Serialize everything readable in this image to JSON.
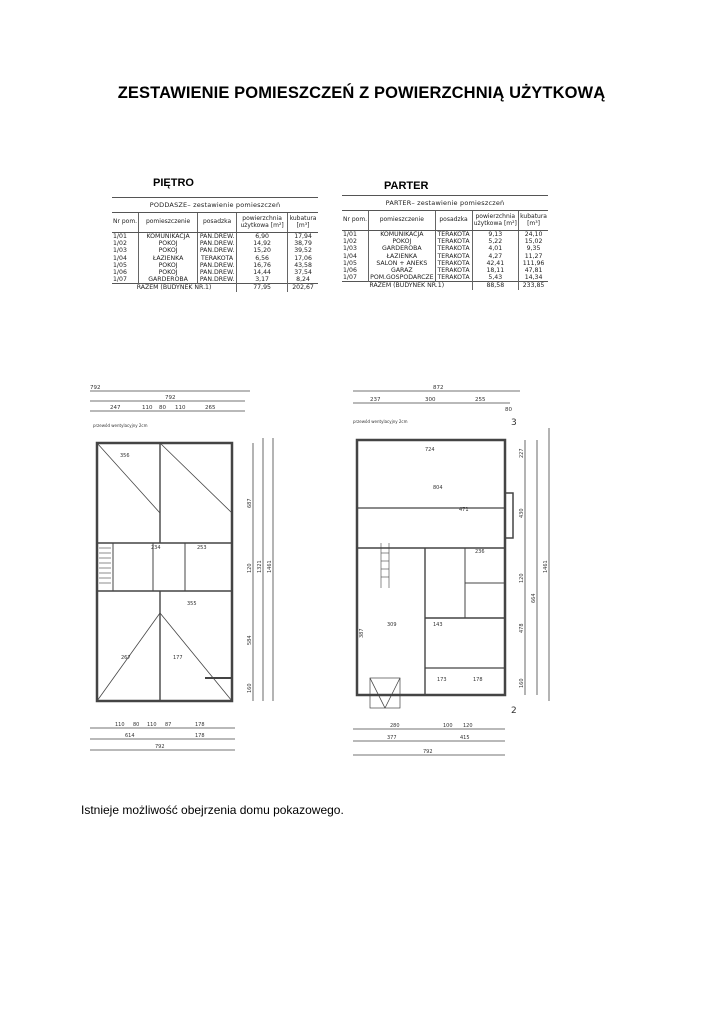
{
  "document": {
    "title": "ZESTAWIENIE POMIESZCZEŃ Z POWIERZCHNIĄ UŻYTKOWĄ",
    "note": "Istnieje możliwość obejrzenia domu pokazowego."
  },
  "tables": [
    {
      "label": "PIĘTRO",
      "caption": "PODDASZE– zestawienie pomieszczeń",
      "headers": [
        "Nr pom.",
        "pomieszczenie",
        "posadzka",
        "powierzchnia użytkowa [m²]",
        "kubatura [m³]"
      ],
      "rows": [
        [
          "1/01",
          "KOMUNIKACJA",
          "PAN.DREW.",
          "6,90",
          "17,94"
        ],
        [
          "1/02",
          "POKÓJ",
          "PAN.DREW.",
          "14,92",
          "38,79"
        ],
        [
          "1/03",
          "POKÓJ",
          "PAN.DREW.",
          "15,20",
          "39,52"
        ],
        [
          "1/04",
          "ŁAZIENKA",
          "TERAKOTA",
          "6,56",
          "17,06"
        ],
        [
          "1/05",
          "POKÓJ",
          "PAN.DREW.",
          "16,76",
          "43,58"
        ],
        [
          "1/06",
          "POKÓJ",
          "PAN.DREW.",
          "14,44",
          "37,54"
        ],
        [
          "1/07",
          "GARDEROBA",
          "PAN.DREW.",
          "3,17",
          "8,24"
        ]
      ],
      "total": [
        "RAZEM (BUDYNEK NR.1)",
        "77,95",
        "202,67"
      ]
    },
    {
      "label": "PARTER",
      "caption": "PARTER– zestawienie pomieszczeń",
      "headers": [
        "Nr pom.",
        "pomieszczenie",
        "posadzka",
        "powierzchnia użytkowa [m²]",
        "kubatura [m³]"
      ],
      "rows": [
        [
          "1/01",
          "KOMUNIKACJA",
          "TERAKOTA",
          "9,13",
          "24,10"
        ],
        [
          "1/02",
          "POKÓJ",
          "TERAKOTA",
          "5,22",
          "15,02"
        ],
        [
          "1/03",
          "GARDEROBA",
          "TERAKOTA",
          "4,01",
          "9,35"
        ],
        [
          "1/04",
          "ŁAZIENKA",
          "TERAKOTA",
          "4,27",
          "11,27"
        ],
        [
          "1/05",
          "SALON + ANEKS",
          "TERAKOTA",
          "42,41",
          "111,96"
        ],
        [
          "1/06",
          "GARAŻ",
          "TERAKOTA",
          "18,11",
          "47,81"
        ],
        [
          "1/07",
          "POM.GOSPODARCZE",
          "TERAKOTA",
          "5,43",
          "14,34"
        ]
      ],
      "total": [
        "RAZEM (BUDYNEK NR.1)",
        "88,58",
        "233,85"
      ]
    }
  ],
  "plans": {
    "upper": {
      "top_dims": [
        "792",
        "247",
        "110",
        "80",
        "110",
        "265"
      ],
      "bottom_dims": [
        "110",
        "80",
        "110",
        "87",
        "178",
        "614",
        "178",
        "792"
      ],
      "side_dims": [
        "687",
        "1321",
        "1461",
        "120",
        "584",
        "160"
      ],
      "inner_labels": [
        "356",
        "234",
        "253",
        "355",
        "267",
        "177"
      ],
      "scribble": "przewód wentylacyjny 2cm"
    },
    "ground": {
      "top_dims": [
        "872",
        "237",
        "300",
        "255",
        "80"
      ],
      "bottom_dims": [
        "280",
        "100",
        "120",
        "377",
        "415",
        "792"
      ],
      "side_dims": [
        "227",
        "430",
        "120",
        "664",
        "478",
        "160",
        "1461"
      ],
      "inner_labels": [
        "724",
        "804",
        "471",
        "309",
        "143",
        "387",
        "236",
        "173",
        "178"
      ],
      "scribble": "przewód wentylacyjny 2cm",
      "marker_top": "3",
      "marker_bottom": "2"
    }
  }
}
